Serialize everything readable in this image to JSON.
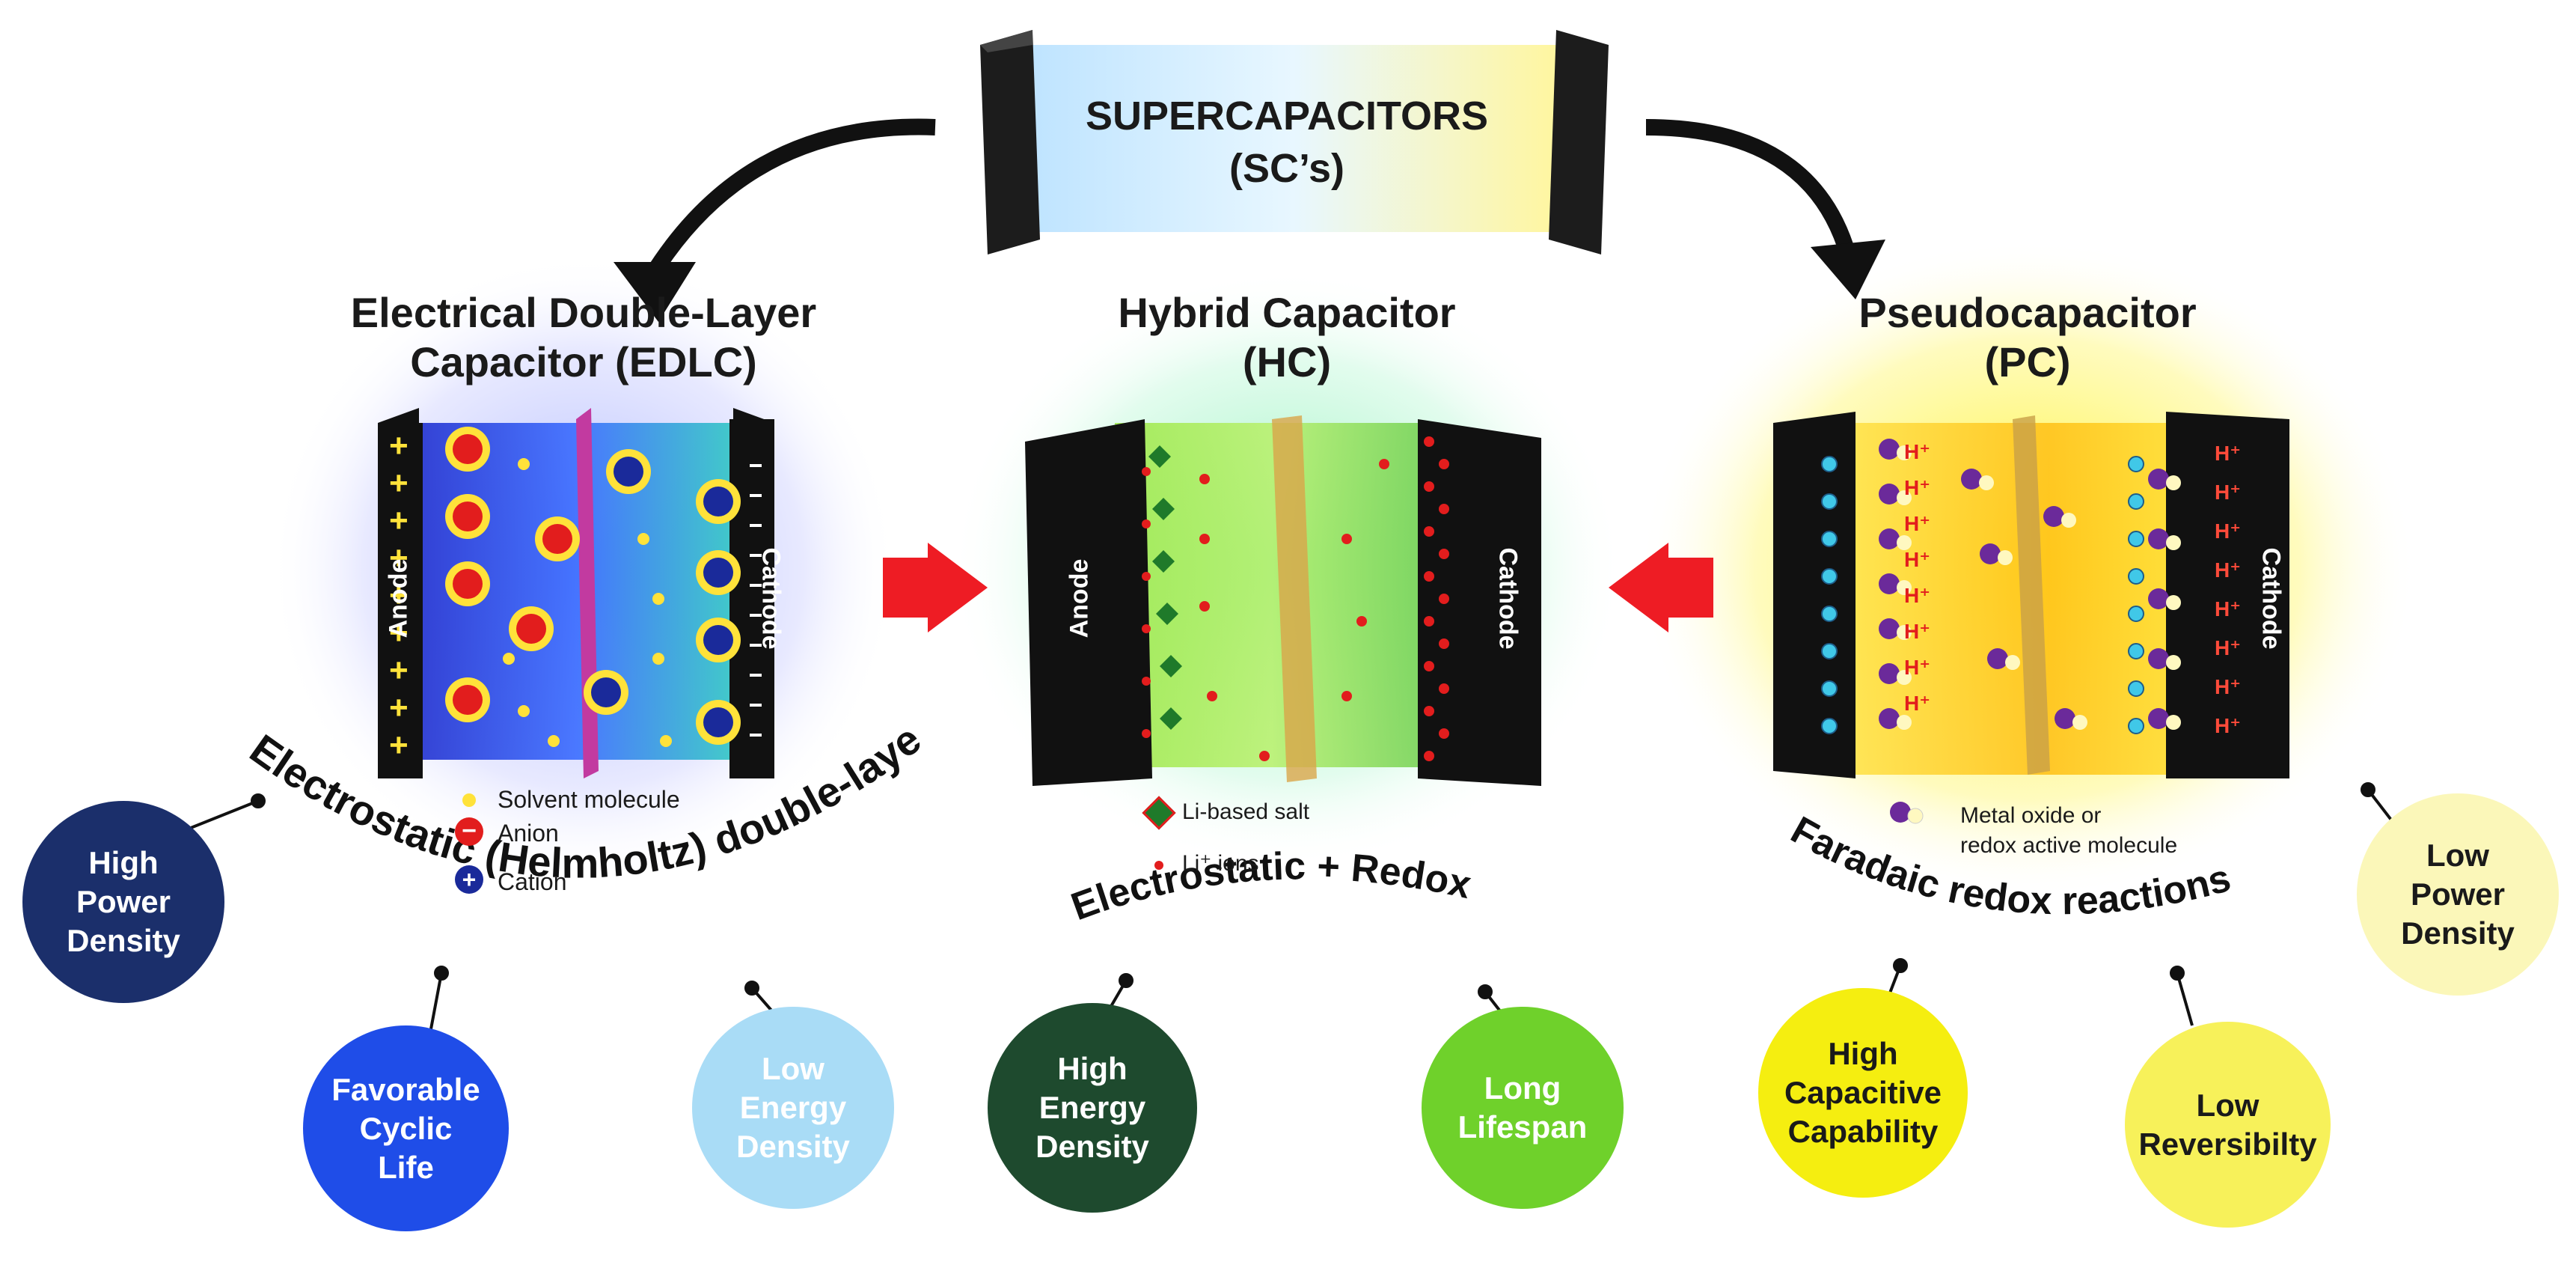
{
  "top": {
    "title_line1": "SUPERCAPACITORS",
    "title_line2": "(SC’s)"
  },
  "edlc": {
    "title_line1": "Electrical Double-Layer",
    "title_line2": "Capacitor (EDLC)",
    "anode_label": "Anode",
    "cathode_label": "Cathode",
    "legend": {
      "solvent": "Solvent molecule",
      "anion": "Anion",
      "cation": "Cation"
    },
    "arc_text": "Electrostatic (Helmholtz) double-layer",
    "bubbles": [
      {
        "text": "High\nPower\nDensity",
        "color": "#1b2f6b",
        "text_color": "#ffffff"
      },
      {
        "text": "Favorable\nCyclic\nLife",
        "color": "#1f4de8",
        "text_color": "#ffffff"
      },
      {
        "text": "Low\nEnergy\nDensity",
        "color": "#a9dcf6",
        "text_color": "#ffffff"
      }
    ]
  },
  "hybrid": {
    "title_line1": "Hybrid Capacitor",
    "title_line2": "(HC)",
    "anode_label": "Anode",
    "cathode_label": "Cathode",
    "legend": {
      "salt": "Li-based salt",
      "ions": "Li⁺ ions"
    },
    "arc_text": "Electrostatic + Redox",
    "bubbles": [
      {
        "text": "High\nEnergy\nDensity",
        "color": "#1e4a2e",
        "text_color": "#ffffff"
      },
      {
        "text": "Long\nLifespan",
        "color": "#6fd12b",
        "text_color": "#ffffff"
      }
    ]
  },
  "pseudo": {
    "title_line1": "Pseudocapacitor",
    "title_line2": "(PC)",
    "cathode_label": "Cathode",
    "proton_label": "H⁺",
    "legend": {
      "metal_line1": "Metal oxide or",
      "metal_line2": "redox active molecule"
    },
    "arc_text": "Faradaic redox reactions",
    "bubbles": [
      {
        "text": "High\nCapacitive\nCapability",
        "color": "#f5ee10",
        "text_color": "#1a1a1a"
      },
      {
        "text": "Low\nReversibilty",
        "color": "#f7f15a",
        "text_color": "#1a1a1a"
      },
      {
        "text": "Low\nPower\nDensity",
        "color": "#fbf7b9",
        "text_color": "#1a1a1a"
      }
    ]
  },
  "colors": {
    "arrow_red": "#ee1c24",
    "dark": "#111111"
  }
}
